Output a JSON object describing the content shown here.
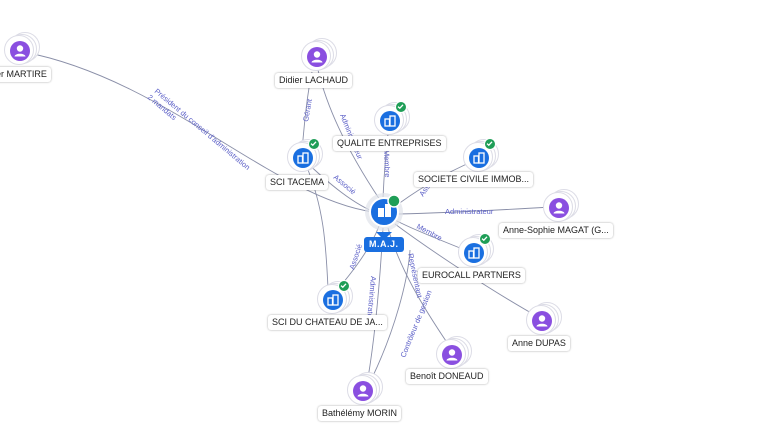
{
  "center": {
    "label": "M.A.J."
  },
  "nodes": {
    "didier_martire": {
      "label": "ier MARTIRE"
    },
    "didier_lachaud": {
      "label": "Didier LACHAUD"
    },
    "qualite": {
      "label": "QUALITE ENTREPRISES"
    },
    "sci_tacema": {
      "label": "SCI TACEMA"
    },
    "sci_immob": {
      "label": "SOCIETE CIVILE IMMOB..."
    },
    "anne_sophie": {
      "label": "Anne-Sophie MAGAT (G..."
    },
    "eurocall": {
      "label": "EUROCALL PARTNERS"
    },
    "sci_chateau": {
      "label": "SCI DU CHATEAU DE JA..."
    },
    "anne_dupas": {
      "label": "Anne DUPAS"
    },
    "benoit": {
      "label": "Benoît DONEAUD"
    },
    "bathelemy": {
      "label": "Bathélémy MORIN"
    }
  },
  "edge_labels": {
    "president": "Président du conseil d'administration",
    "mandats": "2 mandats",
    "gerant": "Gérant",
    "administrateur_lachaud": "Administrateur",
    "membre_qualite": "Membre",
    "associe_tacema": "Associé",
    "associe_immob": "Associé",
    "administrateur_anne": "Administrateur",
    "membre_eurocall": "Membre",
    "representant": "Représentant",
    "associe_chateau": "Associé",
    "administrateur_bathelemy": "Administrateur",
    "controleur": "Contrôleur de gestion"
  },
  "colors": {
    "person": "#8a4fe0",
    "company": "#1a6fe0",
    "verified": "#1f9e57",
    "edge": "#8a8fa8",
    "edge_label": "#5b5fc7",
    "center": "#1a6fe0"
  },
  "icons": {
    "person": "person-icon",
    "company": "building-icon",
    "verified": "check-icon"
  }
}
